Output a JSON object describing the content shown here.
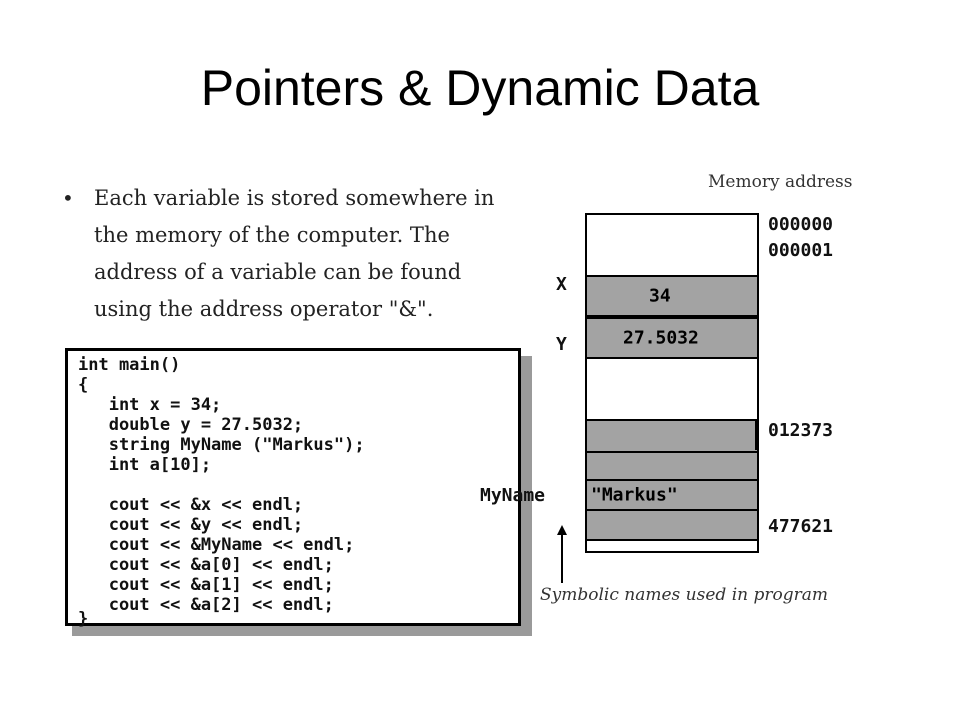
{
  "slide": {
    "title": "Pointers & Dynamic Data",
    "bullet": {
      "marker": "•",
      "lines": [
        "Each variable is stored somewhere in",
        "the memory of the computer.  The",
        "address of a variable can be found",
        "using the address operator \"&\"."
      ]
    },
    "code": [
      "int main()",
      "{",
      "   int x = 34;",
      "   double y = 27.5032;",
      "   string MyName (\"Markus\");",
      "   int a[10];",
      "",
      "   cout << &x << endl;",
      "   cout << &y << endl;",
      "   cout << &MyName << endl;",
      "   cout << &a[0] << endl;",
      "   cout << &a[1] << endl;",
      "   cout << &a[2] << endl;",
      "}"
    ],
    "memory": {
      "header": "Memory address",
      "addresses": [
        "000000",
        "000001",
        "012373",
        "477621"
      ],
      "cells": [
        "34",
        "27.5032",
        "\"Markus\""
      ],
      "symbols": [
        "X",
        "Y",
        "MyName"
      ],
      "caption": "Symbolic names used in program"
    }
  }
}
